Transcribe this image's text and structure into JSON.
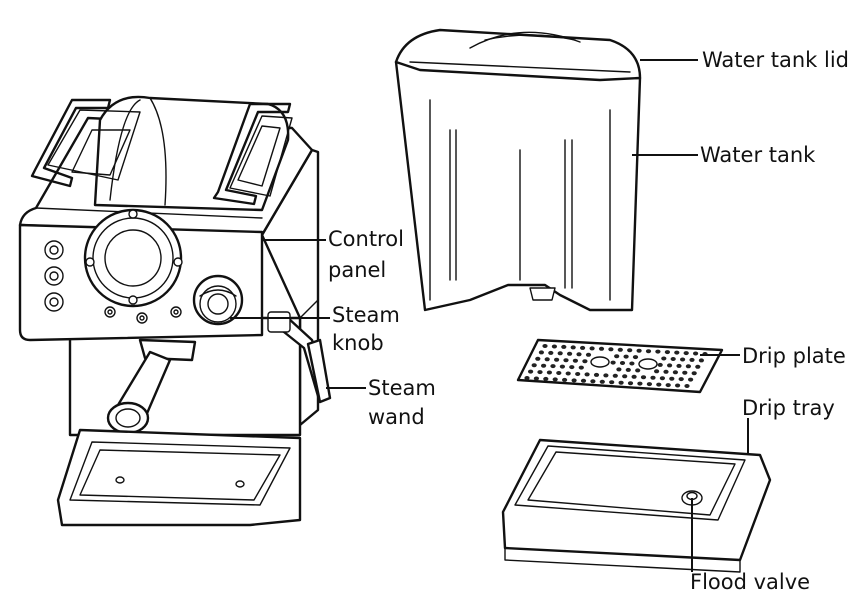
{
  "labels": {
    "water_tank_lid": "Water tank lid",
    "water_tank": "Water tank",
    "control_panel_line1": "Control",
    "control_panel_line2": "panel",
    "steam_knob_line1": "Steam",
    "steam_knob_line2": "knob",
    "steam_wand_line1": "Steam",
    "steam_wand_line2": "wand",
    "drip_plate": "Drip plate",
    "drip_tray": "Drip tray",
    "flood_valve": "Flood valve"
  },
  "colors": {
    "line": "#111111",
    "background": "#ffffff"
  }
}
